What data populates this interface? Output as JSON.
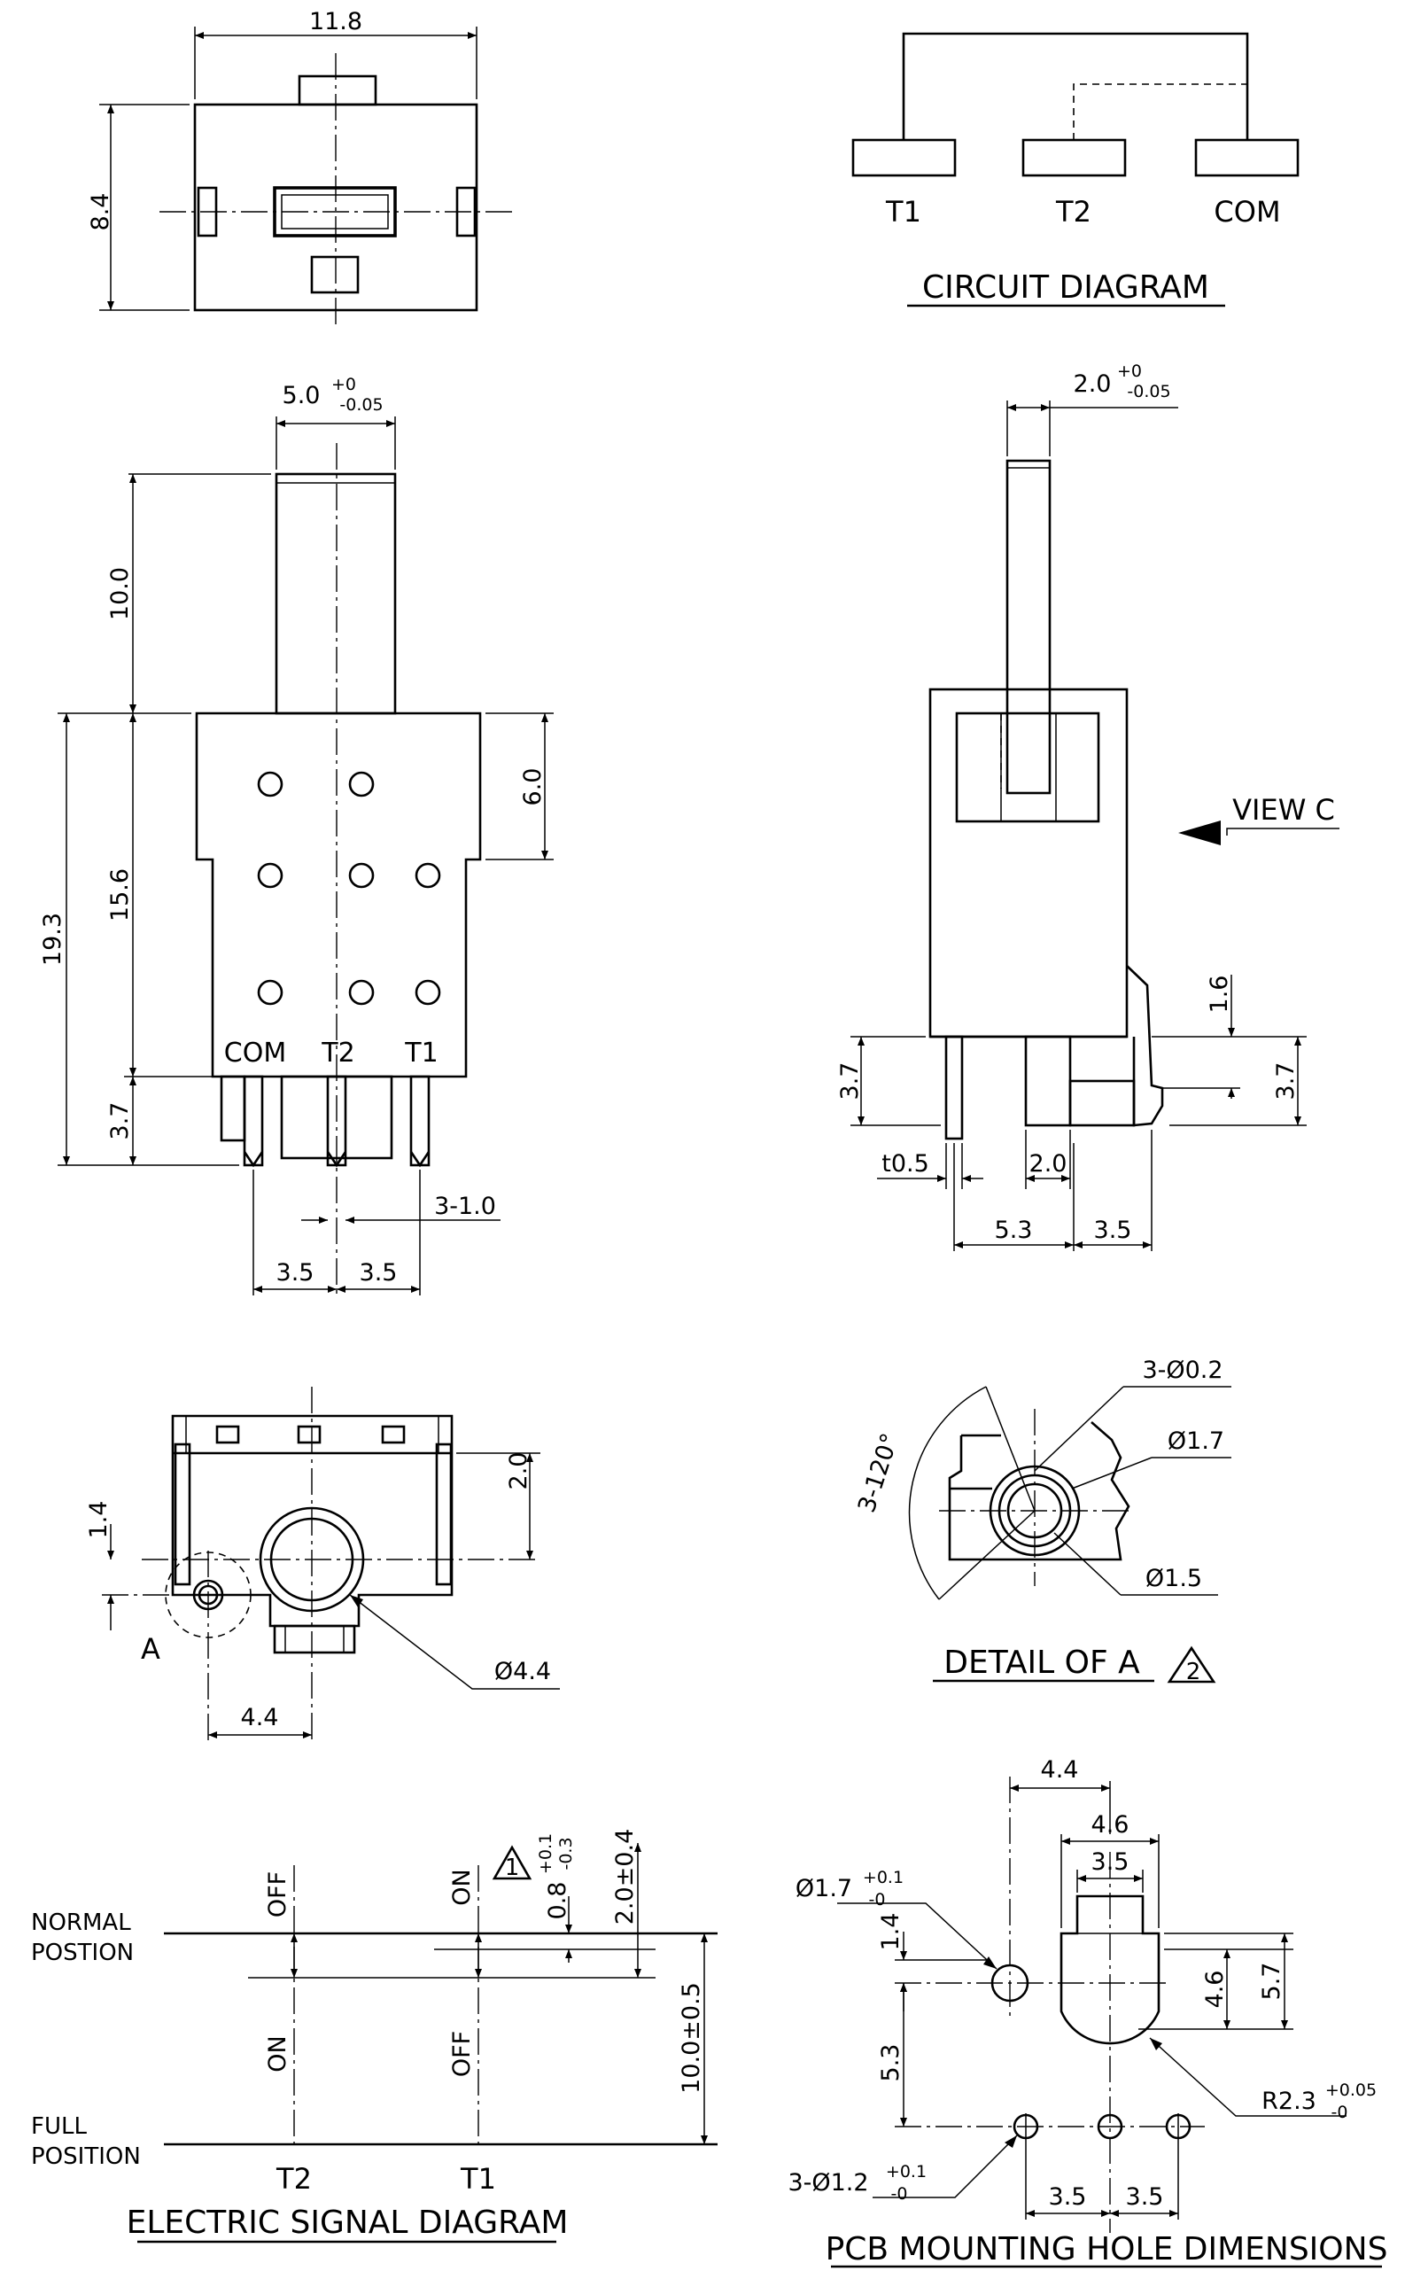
{
  "top_view": {
    "width_dim": "11.8",
    "height_dim": "8.4"
  },
  "circuit": {
    "title": "CIRCUIT DIAGRAM",
    "t1": "T1",
    "t2": "T2",
    "com": "COM"
  },
  "front_view": {
    "actuator_width": "5.0",
    "actuator_width_tol_upper": "+0",
    "actuator_width_tol_lower": "-0.05",
    "actuator_length": "10.0",
    "total_height": "19.3",
    "body_height": "15.6",
    "upper_height": "6.0",
    "terminal_length": "3.7",
    "terminal_width": "3-1.0",
    "pitch_left": "3.5",
    "pitch_right": "3.5",
    "pin_com": "COM",
    "pin_t2": "T2",
    "pin_t1": "T1"
  },
  "side_view": {
    "actuator_thickness": "2.0",
    "actuator_tol_upper": "+0",
    "actuator_tol_lower": "-0.05",
    "view_label": "VIEW C",
    "dim_1_6": "1.6",
    "dim_3_7_left": "3.7",
    "dim_3_7_right": "3.7",
    "thickness": "t0.5",
    "width_2_0": "2.0",
    "dim_5_3": "5.3",
    "dim_3_5": "3.5"
  },
  "bottom_view": {
    "dim_2_0": "2.0",
    "dim_1_4": "1.4",
    "dim_4_4": "4.4",
    "diameter": "Ø4.4",
    "detail_mark": "A"
  },
  "detail_a": {
    "title": "DETAIL OF A",
    "rev_mark": "2",
    "d_0_2": "3-Ø0.2",
    "d_1_7": "Ø1.7",
    "d_1_5": "Ø1.5",
    "angle": "3-120°"
  },
  "signal": {
    "title": "ELECTRIC SIGNAL DIAGRAM",
    "normal_1": "NORMAL",
    "normal_2": "POSTION",
    "full_1": "FULL",
    "full_2": "POSITION",
    "off_top": "OFF",
    "on_top": "ON",
    "on_bottom": "ON",
    "off_bottom": "OFF",
    "t2": "T2",
    "t1": "T1",
    "rev_mark": "1",
    "dim_0_8": "0.8",
    "dim_0_8_tol_upper": "+0.1",
    "dim_0_8_tol_lower": "-0.3",
    "dim_2_0": "2.0±0.4",
    "dim_10_0": "10.0±0.5"
  },
  "pcb": {
    "title": "PCB MOUNTING HOLE DIMENSIONS",
    "d_1_7": "Ø1.7",
    "d_1_7_tol_upper": "+0.1",
    "d_1_7_tol_lower": "-0",
    "dim_4_4": "4.4",
    "dim_4_6_top": "4.6",
    "dim_3_5_top": "3.5",
    "dim_1_4": "1.4",
    "dim_4_6_side": "4.6",
    "dim_5_7": "5.7",
    "dim_5_3": "5.3",
    "radius": "R2.3",
    "radius_tol_upper": "+0.05",
    "radius_tol_lower": "-0",
    "holes": "3-Ø1.2",
    "holes_tol_upper": "+0.1",
    "holes_tol_lower": "-0",
    "pitch_left": "3.5",
    "pitch_right": "3.5"
  }
}
